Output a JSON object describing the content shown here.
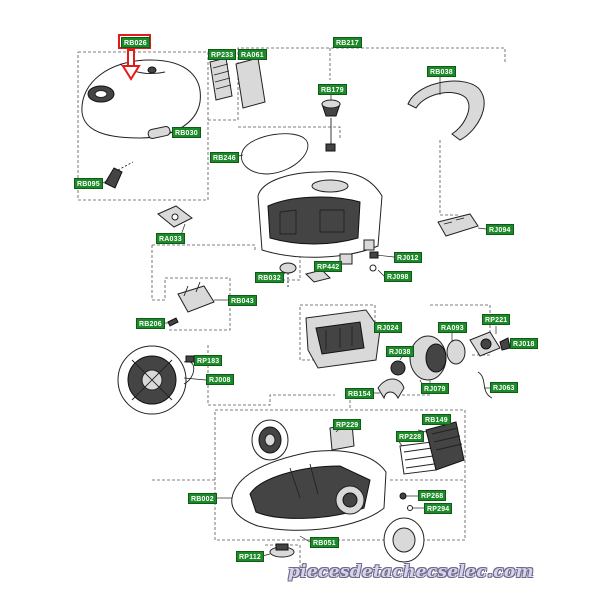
{
  "labels": {
    "RB026": "RB026",
    "RB030": "RB030",
    "RB095": "RB095",
    "RA033": "RA033",
    "RP233": "RP233",
    "RA061": "RA061",
    "RB217": "RB217",
    "RB179": "RB179",
    "RB038": "RB038",
    "RB246": "RB246",
    "RJ094": "RJ094",
    "RJ012": "RJ012",
    "RP442": "RP442",
    "RJ098": "RJ098",
    "RB032": "RB032",
    "RB043": "RB043",
    "RB206": "RB206",
    "RJ024": "RJ024",
    "RA093": "RA093",
    "RP221": "RP221",
    "RJ018": "RJ018",
    "RP183": "RP183",
    "RJ008": "RJ008",
    "RJ038": "RJ038",
    "RJ079": "RJ079",
    "RJ063": "RJ063",
    "RB154": "RB154",
    "RB149": "RB149",
    "RP229": "RP229",
    "RP228": "RP228",
    "RB002": "RB002",
    "RP268": "RP268",
    "RP294": "RP294",
    "RB051": "RB051",
    "RP112": "RP112"
  },
  "watermark": "piecesdetachecselec.com",
  "colors": {
    "label_bg": "#1d8a2a",
    "highlight": "#e21a1a",
    "line": "#222222"
  }
}
